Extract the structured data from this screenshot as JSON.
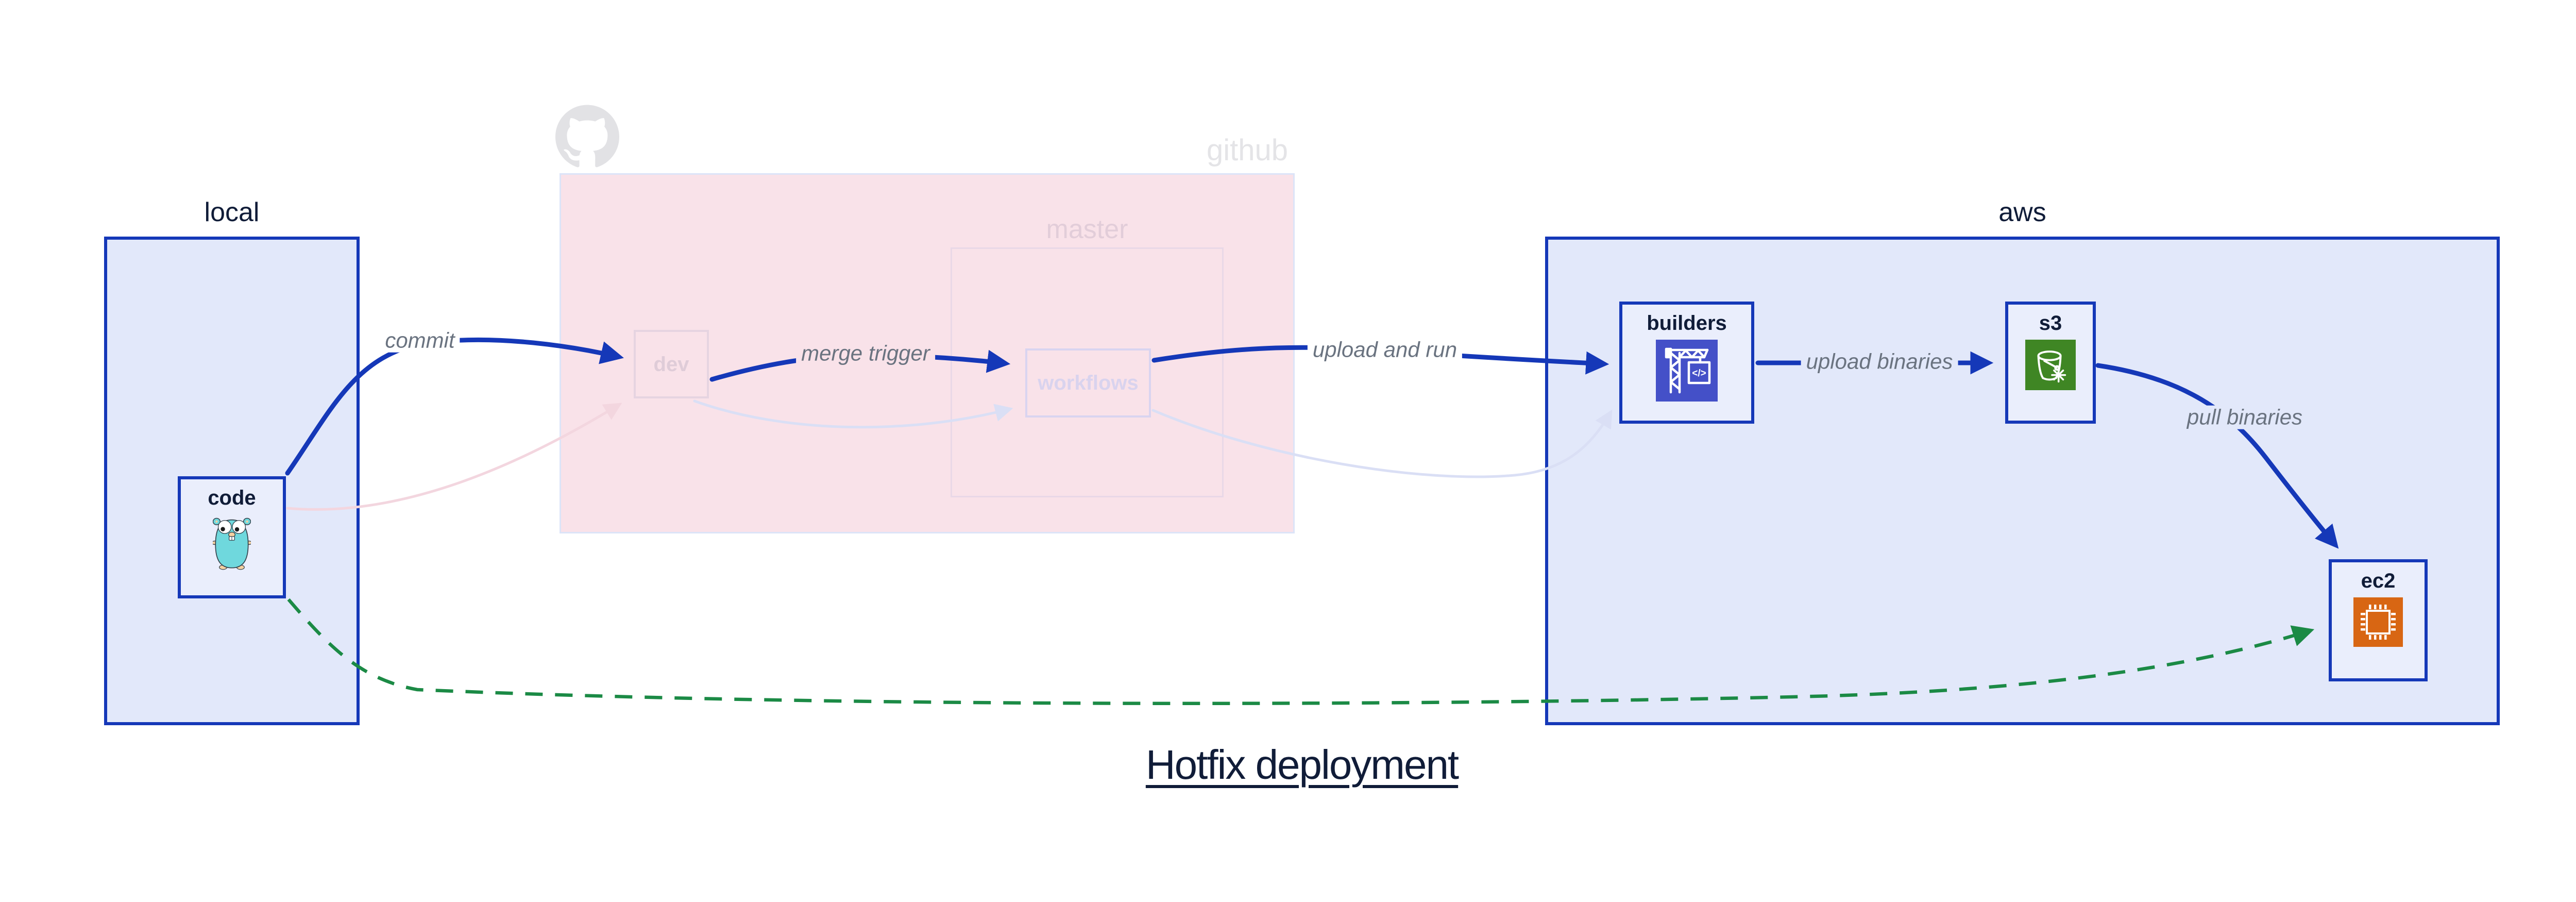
{
  "title": "Hotfix deployment",
  "groups": {
    "local": {
      "label": "local"
    },
    "github": {
      "label": "github",
      "master_label": "master"
    },
    "aws": {
      "label": "aws"
    }
  },
  "nodes": {
    "code": {
      "label": "code",
      "icon": "go-gopher-icon"
    },
    "dev": {
      "label": "dev"
    },
    "workflows": {
      "label": "workflows"
    },
    "builders": {
      "label": "builders",
      "icon": "codebuild-crane-icon"
    },
    "s3": {
      "label": "s3",
      "icon": "s3-glacier-bucket-icon"
    },
    "ec2": {
      "label": "ec2",
      "icon": "ec2-chip-icon"
    }
  },
  "edges": {
    "commit": {
      "label": "commit",
      "from": "code",
      "to": "dev",
      "style": "solid-blue"
    },
    "merge_trigger": {
      "label": "merge trigger",
      "from": "dev",
      "to": "workflows",
      "style": "solid-blue"
    },
    "upload_and_run": {
      "label": "upload and run",
      "from": "workflows",
      "to": "builders",
      "style": "solid-blue"
    },
    "upload_binaries": {
      "label": "upload binaries",
      "from": "builders",
      "to": "s3",
      "style": "solid-blue"
    },
    "pull_binaries": {
      "label": "pull binaries",
      "from": "s3",
      "to": "ec2",
      "style": "solid-blue"
    },
    "hotfix_shortcut": {
      "label": "",
      "from": "code",
      "to": "ec2",
      "style": "dashed-green"
    },
    "code_to_dev_faded": {
      "label": "",
      "from": "code",
      "to": "dev",
      "style": "faint-pink"
    },
    "dev_to_workflows_faded": {
      "label": "",
      "from": "dev",
      "to": "workflows",
      "style": "faint-lavender"
    },
    "workflows_to_builders_faded": {
      "label": "",
      "from": "workflows",
      "to": "builders",
      "style": "faint-lavender"
    }
  },
  "colors": {
    "accent-blue": "#1538b8",
    "panel-fill": "#e2e8fa",
    "node-fill": "#eaeefc",
    "github-pink-fill": "#f9e2e9",
    "github-pink-border": "#dce4f8",
    "master-border": "#e9d8e7",
    "master-text": "#e2cdd9",
    "dev-border": "#e6d4e1",
    "dev-text": "#dfccd8",
    "workflows-border": "#d9d4f0",
    "workflows-text": "#d9d3ee",
    "faded-gray": "#e4e4e7",
    "edge-label": "#6a7380",
    "dark-navy": "#101c38",
    "green": "#1b8a45",
    "faint-pink-arrow": "#f3d6df",
    "faint-lavender-arrow": "#dadff5",
    "gopher-teal": "#6fd8dd",
    "codebuild-indigo": "#4450c8",
    "s3-green": "#3f8624",
    "ec2-orange": "#d86613"
  }
}
